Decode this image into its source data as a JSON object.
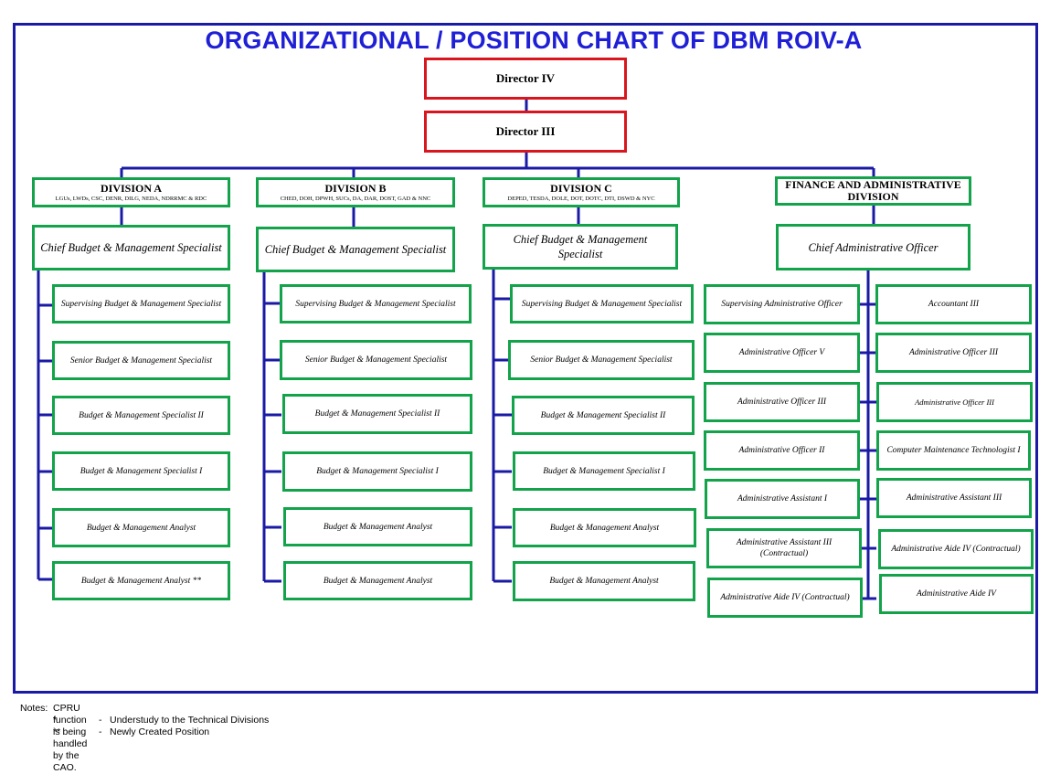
{
  "title": "ORGANIZATIONAL / POSITION CHART OF DBM ROIV-A",
  "directors": [
    "Director IV",
    "Director III"
  ],
  "divisions": [
    {
      "name": "DIVISION A",
      "agencies": "LGUs, LWDs, CSC, DENR, DILG, NEDA, NDRRMC &  RDC",
      "chief": "Chief Budget & Management Specialist",
      "positions": [
        "Supervising Budget & Management Specialist",
        "Senior Budget & Management Specialist",
        "Budget & Management Specialist II",
        "Budget & Management Specialist I",
        "Budget & Management Analyst",
        "Budget & Management Analyst **"
      ]
    },
    {
      "name": "DIVISION B",
      "agencies": "CHED, DOH, DPWH, SUCs, DA, DAR, DOST, GAD & NNC",
      "chief": "Chief Budget & Management Specialist",
      "positions": [
        "Supervising Budget & Management Specialist",
        "Senior Budget & Management Specialist",
        "Budget & Management Specialist II",
        "Budget & Management Specialist I",
        "Budget & Management Analyst",
        "Budget & Management Analyst"
      ]
    },
    {
      "name": "DIVISION C",
      "agencies": "DEPED, TESDA, DOLE, DOT, DOTC, DTI, DSWD & NYC",
      "chief": "Chief Budget & Management Specialist",
      "positions": [
        "Supervising Budget & Management Specialist",
        "Senior Budget & Management Specialist",
        "Budget & Management Specialist II",
        "Budget & Management Specialist I",
        "Budget & Management Analyst",
        "Budget & Management Analyst"
      ]
    },
    {
      "name": "FINANCE AND ADMINISTRATIVE DIVISION",
      "agencies": "",
      "chief": "Chief  Administrative Officer",
      "positions_left": [
        "Supervising Administrative Officer",
        "Administrative Officer V",
        "Administrative Officer III",
        "Administrative Officer II",
        "Administrative Assistant I",
        "Administrative Assistant III (Contractual)",
        "Administrative Aide IV (Contractual)"
      ],
      "positions_right": [
        "Accountant III",
        "Administrative Officer III",
        "Administrative Officer III",
        "Computer Maintenance Technologist I",
        "Administrative Assistant III",
        "Administrative Aide IV (Contractual)",
        "Administrative Aide IV"
      ]
    }
  ],
  "notes": {
    "label": "Notes:",
    "line1": "CPRU function is being handled by the CAO.",
    "items": [
      {
        "mark": "*",
        "dash": "-",
        "text": "Understudy to the Technical Divisions"
      },
      {
        "mark": "**",
        "dash": "-",
        "text": "Newly Created Position"
      }
    ]
  },
  "colors": {
    "frame": "#1a1aa6",
    "title": "#1f1fd6",
    "connector": "#1a1aa6",
    "director_border": "#d9161e",
    "division_border": "#13a34a"
  }
}
